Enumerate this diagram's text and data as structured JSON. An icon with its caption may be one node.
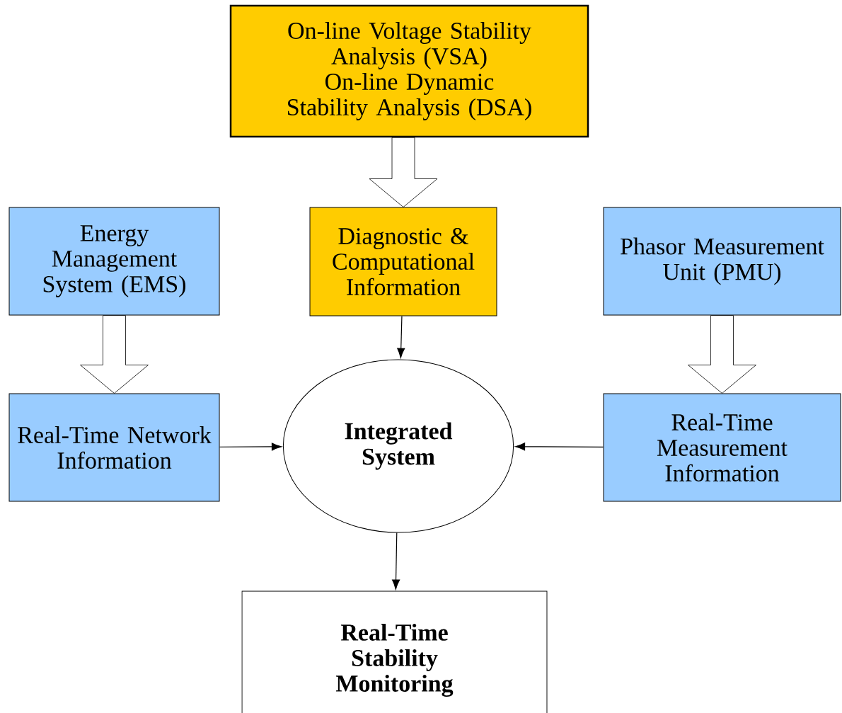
{
  "diagram": {
    "nodes": [
      {
        "text": [
          "On-line Voltage Stability Analysis (VSA)",
          "On-line Dynamic Stability Analysis (DSA)"
        ]
      },
      {
        "text": [
          "Energy Management System (EMS)"
        ]
      },
      {
        "text": [
          "Diagnostic & Computational Information"
        ]
      },
      {
        "text": [
          "Phasor Measurement Unit (PMU)"
        ]
      },
      {
        "text": [
          "Real-Time Network Information"
        ]
      },
      {
        "text": [
          "Integrated System"
        ]
      },
      {
        "text": [
          "Real-Time Measurement Information"
        ]
      },
      {
        "text": [
          "Real-Time Stability Monitoring"
        ]
      }
    ],
    "edges": [
      {
        "from": 0,
        "to": 2,
        "arrow": "to",
        "style": "thick"
      },
      {
        "from": 1,
        "to": 4,
        "arrow": "to",
        "style": "thick"
      },
      {
        "from": 3,
        "to": 6,
        "arrow": "to",
        "style": "thick"
      },
      {
        "from": 2,
        "to": 5,
        "arrow": "to"
      },
      {
        "from": 4,
        "to": 5,
        "arrow": "to"
      },
      {
        "from": 6,
        "to": 5,
        "arrow": "to"
      },
      {
        "from": 5,
        "to": 7,
        "arrow": "to"
      }
    ]
  }
}
